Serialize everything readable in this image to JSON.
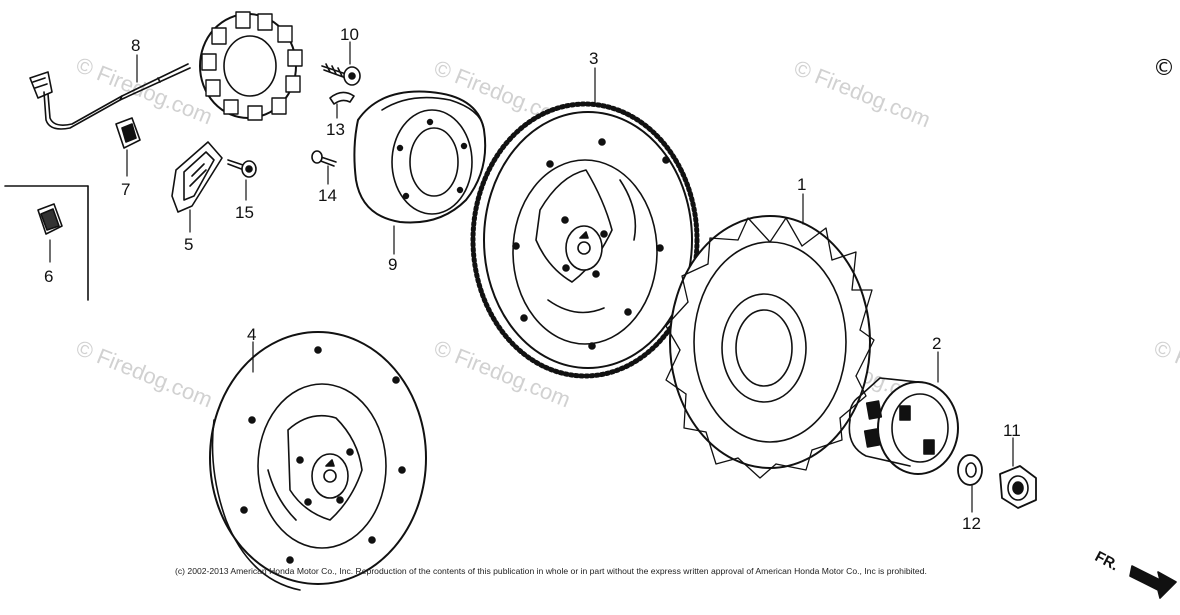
{
  "watermark_text": "© Firedog.com",
  "corner_symbol": "©",
  "copyright_notice": "(c) 2002-2013 American Honda Motor Co., Inc. Reproduction of the contents of this publication in whole or in part without the express written approval of American Honda Motor Co., Inc is prohibited.",
  "direction_label": "FR.",
  "callouts": {
    "c1": "1",
    "c2": "2",
    "c3": "3",
    "c4": "4",
    "c5": "5",
    "c6": "6",
    "c7": "7",
    "c8": "8",
    "c9": "9",
    "c10": "10",
    "c11": "11",
    "c12": "12",
    "c13": "13",
    "c14": "14",
    "c15": "15"
  },
  "parts": [
    {
      "ref": "1",
      "icon": "cooling-fan-icon"
    },
    {
      "ref": "2",
      "icon": "starter-pulley-icon"
    },
    {
      "ref": "3",
      "icon": "flywheel-ring-gear-icon"
    },
    {
      "ref": "4",
      "icon": "flywheel-icon"
    },
    {
      "ref": "5",
      "icon": "gasket-plate-icon"
    },
    {
      "ref": "6",
      "icon": "clip-icon"
    },
    {
      "ref": "7",
      "icon": "clip-icon"
    },
    {
      "ref": "8",
      "icon": "charge-coil-icon"
    },
    {
      "ref": "9",
      "icon": "spacer-ring-icon"
    },
    {
      "ref": "10",
      "icon": "bolt-icon"
    },
    {
      "ref": "11",
      "icon": "nut-icon"
    },
    {
      "ref": "12",
      "icon": "washer-icon"
    },
    {
      "ref": "13",
      "icon": "woodruff-key-icon"
    },
    {
      "ref": "14",
      "icon": "bolt-icon"
    },
    {
      "ref": "15",
      "icon": "bolt-icon"
    }
  ],
  "colors": {
    "line": "#111111",
    "watermark": "#c9c9c9",
    "background": "#ffffff"
  }
}
